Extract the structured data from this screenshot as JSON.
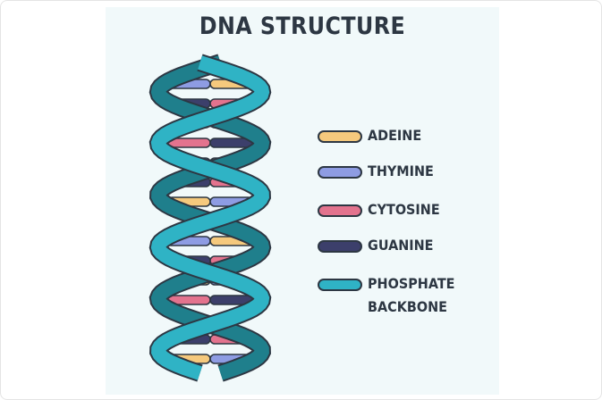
{
  "title": "DNA STRUCTURE",
  "legend": [
    {
      "label": "ADEINE",
      "color": "#f5c97d"
    },
    {
      "label": "THYMINE",
      "color": "#8e9ce3"
    },
    {
      "label": "CYTOSINE",
      "color": "#e3738e"
    },
    {
      "label": "GUANINE",
      "color": "#3c3f6b"
    },
    {
      "label": "PHOSPHATE",
      "label2": "BACKBONE",
      "color": "#2fb3c5"
    }
  ],
  "colors": {
    "outline": "#2d3743",
    "backbone": "#2fb3c5",
    "backbone_shadow": "#1f7f8c",
    "panel": "#f1f9fa"
  }
}
